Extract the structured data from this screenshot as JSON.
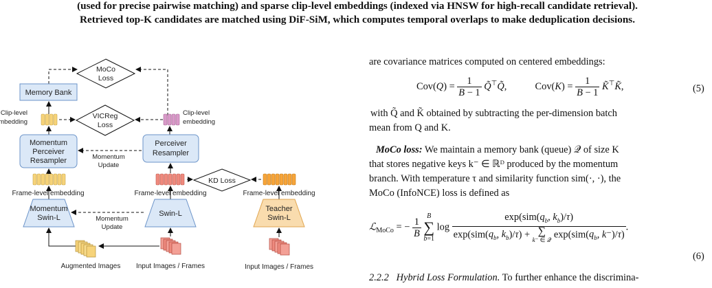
{
  "caption": {
    "line1": "(used for precise pairwise matching) and sparse clip-level embeddings (indexed via HNSW for high-recall candidate retrieval).",
    "line2": "Retrieved top-K candidates are matched using DiF-SiM, which computes temporal overlaps to make deduplication decisions."
  },
  "diagram": {
    "moco_loss": [
      "MoCo",
      "Loss"
    ],
    "vicreg_loss": [
      "VICReg",
      "Loss"
    ],
    "kd_loss": "KD Loss",
    "memory_bank": "Memory Bank",
    "clip_level_left": [
      "Clip-level",
      "embedding"
    ],
    "clip_level_right": [
      "Clip-level",
      "embedding"
    ],
    "momentum_perceiver": [
      "Momentum",
      "Perceiver",
      "Resampler"
    ],
    "perceiver": [
      "Perceiver",
      "Resampler"
    ],
    "momentum_update_top": [
      "Momentum",
      "Update"
    ],
    "momentum_update_bottom": [
      "Momentum",
      "Update"
    ],
    "frame_level_left": "Frame-level embedding",
    "frame_level_mid": "Frame-level embedding",
    "frame_level_right": "Frame-level embedding",
    "momentum_swin": [
      "Momentum",
      "Swin-L"
    ],
    "swin": "Swin-L",
    "teacher_swin": [
      "Teacher",
      "Swin-L"
    ],
    "augmented_images": "Augmented Images",
    "input_images_mid": "Input Images / Frames",
    "input_images_right": "Input Images / Frames",
    "colors": {
      "blue_fill": "#dbe8f7",
      "blue_stroke": "#6b93c8",
      "teacher_fill": "#f9dcae",
      "teacher_stroke": "#e0a550",
      "yellow": "#f6d37a",
      "pink": "#d99ac9",
      "salmon": "#ef8a7e",
      "orange": "#f7a53a"
    }
  },
  "right": {
    "cov_intro": "are covariance matrices computed on centered embeddings:",
    "eq5_num": "(5)",
    "with_line1": "with Q̃ and K̃ obtained by subtracting the per-dimension batch",
    "with_line2": "mean from Q and K.",
    "moco_heading": "MoCo loss:",
    "moco_l1": " We maintain a memory bank (queue) 𝒬 of size K",
    "moco_l2": "that stores negative keys k⁻ ∈ ℝᴰ produced by the momentum",
    "moco_l3": "branch. With temperature τ and similarity function sim(·, ·), the",
    "moco_l4": "MoCo (InfoNCE) loss is defined as",
    "eq6_num": "(6)",
    "section_num": "2.2.2",
    "section_title": "Hybrid Loss Formulation.",
    "section_text": " To further enhance the discrimina-"
  }
}
